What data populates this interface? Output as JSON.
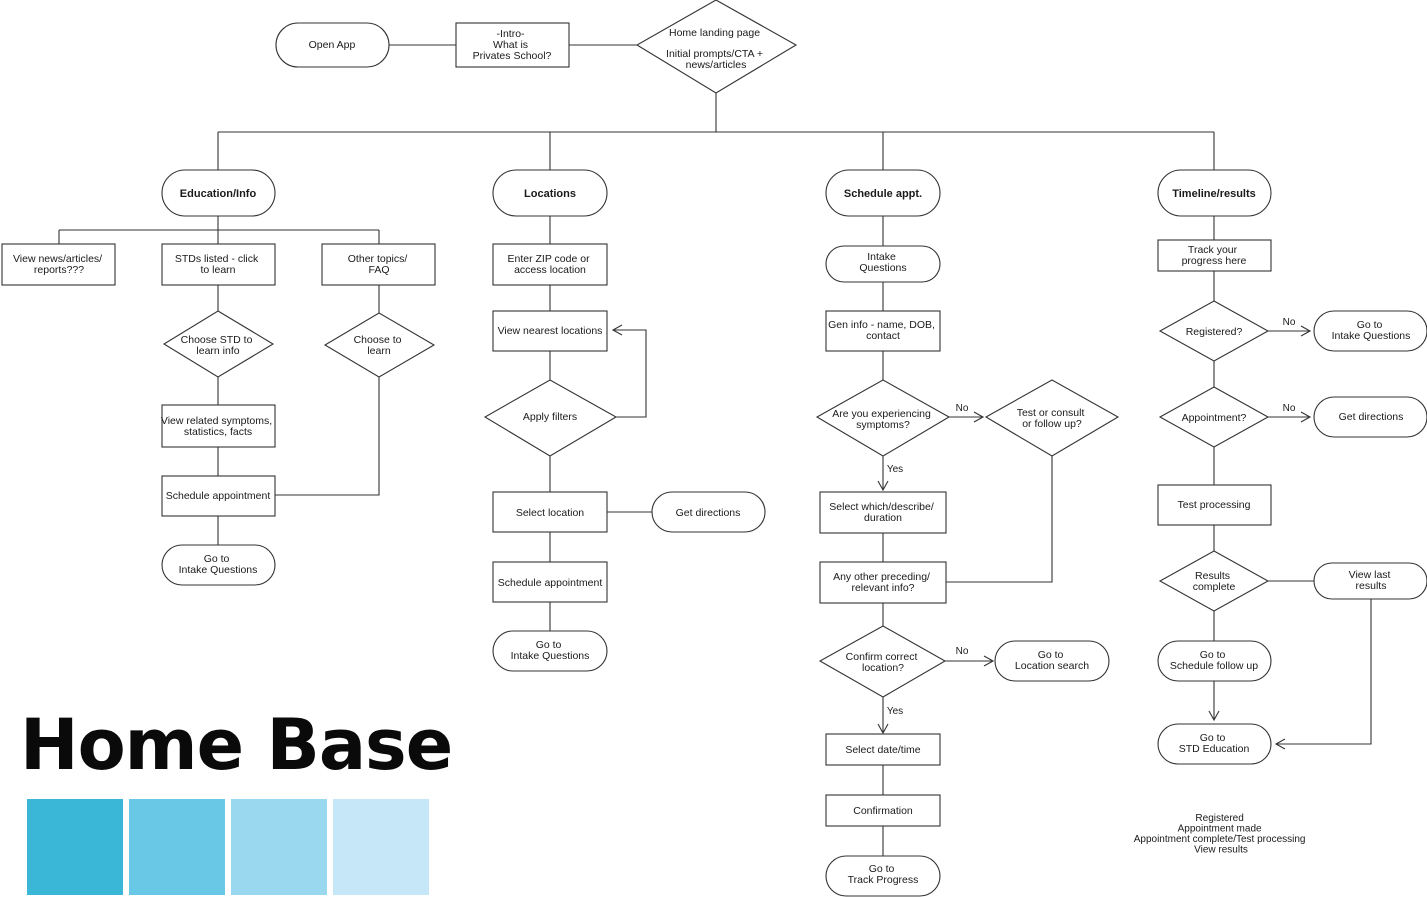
{
  "brand": {
    "title": "Home Base",
    "swatches": [
      "#3ab6d6",
      "#68c8e6",
      "#9ad8ef",
      "#c6e7f7"
    ]
  },
  "nodes": {
    "open_app": "Open App",
    "intro": [
      "-Intro-",
      "What is",
      "Privates School?"
    ],
    "home": [
      "Home landing page",
      "",
      "Initial prompts/CTA +",
      "news/articles"
    ],
    "education": "Education/Info",
    "locations": "Locations",
    "schedule": "Schedule appt.",
    "timeline": "Timeline/results",
    "view_news": [
      "View news/articles/",
      "reports???"
    ],
    "stds_listed": [
      "STDs listed - click",
      "to learn"
    ],
    "other_topics": [
      "Other topics/",
      "FAQ"
    ],
    "choose_std": [
      "Choose STD to",
      "learn info"
    ],
    "choose_learn": [
      "Choose to",
      "learn"
    ],
    "view_related": [
      "View related symptoms,",
      "statistics, facts"
    ],
    "sched_appt_edu": "Schedule appointment",
    "goto_intake_edu": [
      "Go to",
      "Intake Questions"
    ],
    "enter_zip": [
      "Enter ZIP code or",
      "access location"
    ],
    "view_nearest": "View nearest locations",
    "apply_filters": "Apply filters",
    "select_location": "Select location",
    "get_directions_loc": "Get directions",
    "sched_appt_loc": "Schedule appointment",
    "goto_intake_loc": [
      "Go to",
      "Intake Questions"
    ],
    "intake_questions": [
      "Intake",
      "Questions"
    ],
    "gen_info": [
      "Gen info - name, DOB,",
      "contact"
    ],
    "experiencing": [
      "Are you experiencing",
      "symptoms?"
    ],
    "test_consult": [
      "Test or consult",
      "or follow up?"
    ],
    "select_which": [
      "Select which/describe/",
      "duration"
    ],
    "any_other": [
      "Any other preceding/",
      "relevant info?"
    ],
    "confirm_location": [
      "Confirm correct",
      "location?"
    ],
    "goto_location_search": [
      "Go to",
      "Location search"
    ],
    "select_date": "Select date/time",
    "confirmation": "Confirmation",
    "goto_track": [
      "Go to",
      "Track Progress"
    ],
    "track_progress": [
      "Track your",
      "progress here"
    ],
    "registered": "Registered?",
    "goto_intake_tl": [
      "Go to",
      "Intake Questions"
    ],
    "appointment": "Appointment?",
    "get_directions_tl": "Get directions",
    "test_processing": "Test processing",
    "results_complete": [
      "Results",
      "complete"
    ],
    "view_last_results": [
      "View last",
      "results"
    ],
    "goto_schedule_followup": [
      "Go to",
      "Schedule follow up"
    ],
    "goto_std_education": [
      "Go to",
      "STD Education"
    ]
  },
  "edge_labels": {
    "no_1": "No",
    "yes_1": "Yes",
    "no_2": "No",
    "yes_2": "Yes",
    "no_registered": "No",
    "no_appointment": "No"
  },
  "legend": [
    "Registered",
    "Appointment made",
    "Appointment complete/Test processing",
    "View results"
  ]
}
